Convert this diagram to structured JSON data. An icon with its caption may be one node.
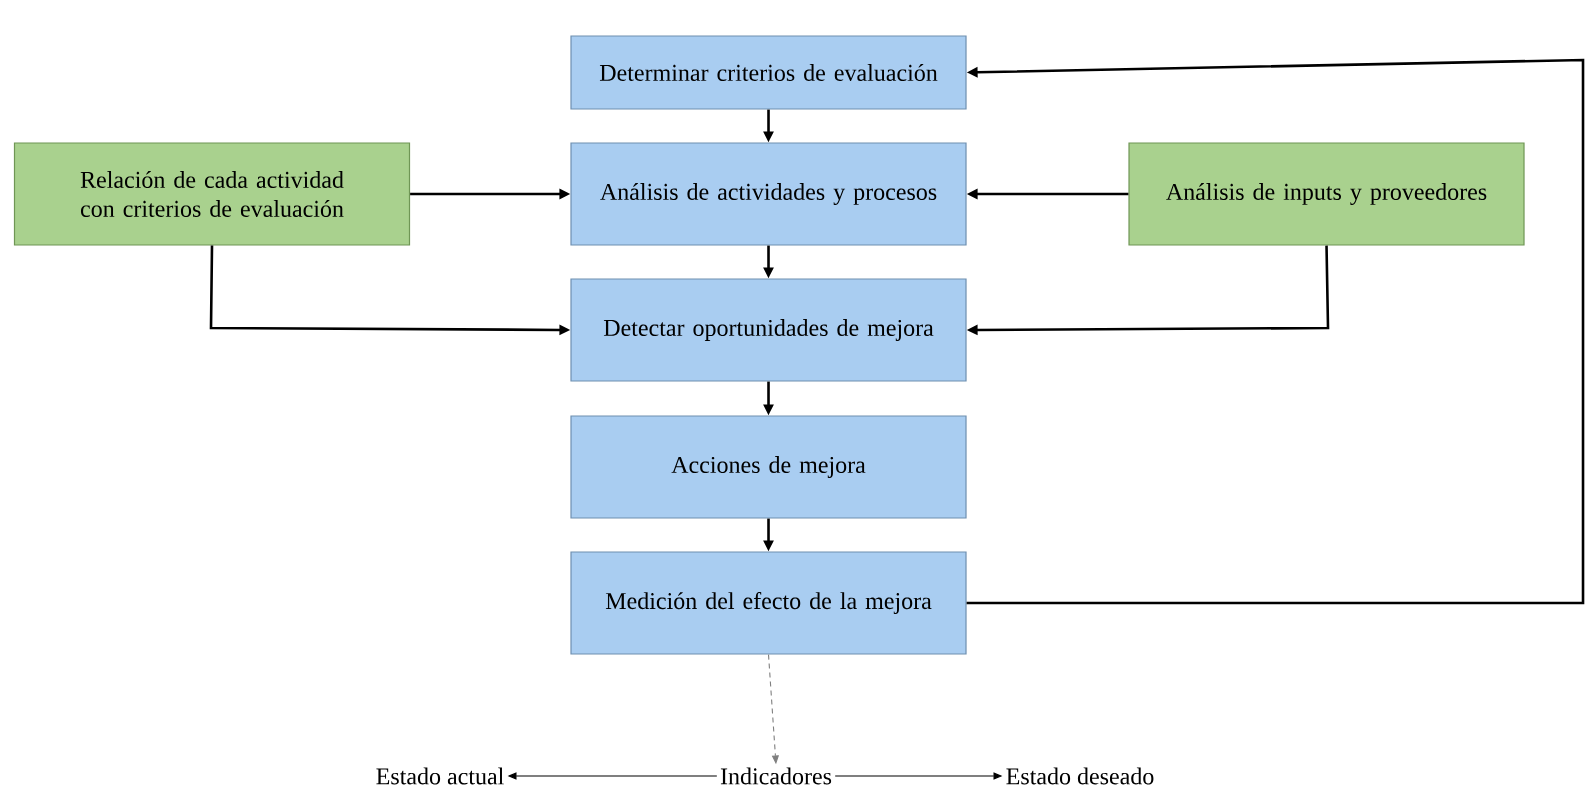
{
  "diagram": {
    "nodes": [
      {
        "text": [
          "Determinar criterios de evaluación"
        ]
      },
      {
        "text": [
          "Relación de cada actividad con criterios de evaluación"
        ]
      },
      {
        "text": [
          "Análisis de actividades y procesos"
        ]
      },
      {
        "text": [
          "Análisis de inputs y proveedores"
        ]
      },
      {
        "text": [
          "Detectar oportunidades de mejora"
        ]
      },
      {
        "text": [
          "Acciones de mejora"
        ]
      },
      {
        "text": [
          "Medición del efecto de la mejora"
        ]
      },
      {
        "text": [
          "Indicadores"
        ]
      },
      {
        "text": [
          "Estado actual"
        ]
      },
      {
        "text": [
          "Estado deseado"
        ]
      }
    ],
    "edges": [
      {
        "from": 0,
        "to": 2,
        "arrow": "to"
      },
      {
        "from": 1,
        "to": 2,
        "arrow": "to"
      },
      {
        "from": 3,
        "to": 2,
        "arrow": "to"
      },
      {
        "from": 2,
        "to": 4,
        "arrow": "to"
      },
      {
        "from": 1,
        "to": 4,
        "arrow": "to"
      },
      {
        "from": 3,
        "to": 4,
        "arrow": "to"
      },
      {
        "from": 4,
        "to": 5,
        "arrow": "to"
      },
      {
        "from": 5,
        "to": 6,
        "arrow": "to"
      },
      {
        "from": 6,
        "to": 0,
        "arrow": "to"
      },
      {
        "from": 6,
        "to": 7,
        "arrow": "to",
        "style": "dashed",
        "color": "#7f7f7f"
      },
      {
        "from": 7,
        "to": 8,
        "arrow": "to"
      },
      {
        "from": 7,
        "to": 9,
        "arrow": "to"
      }
    ]
  }
}
